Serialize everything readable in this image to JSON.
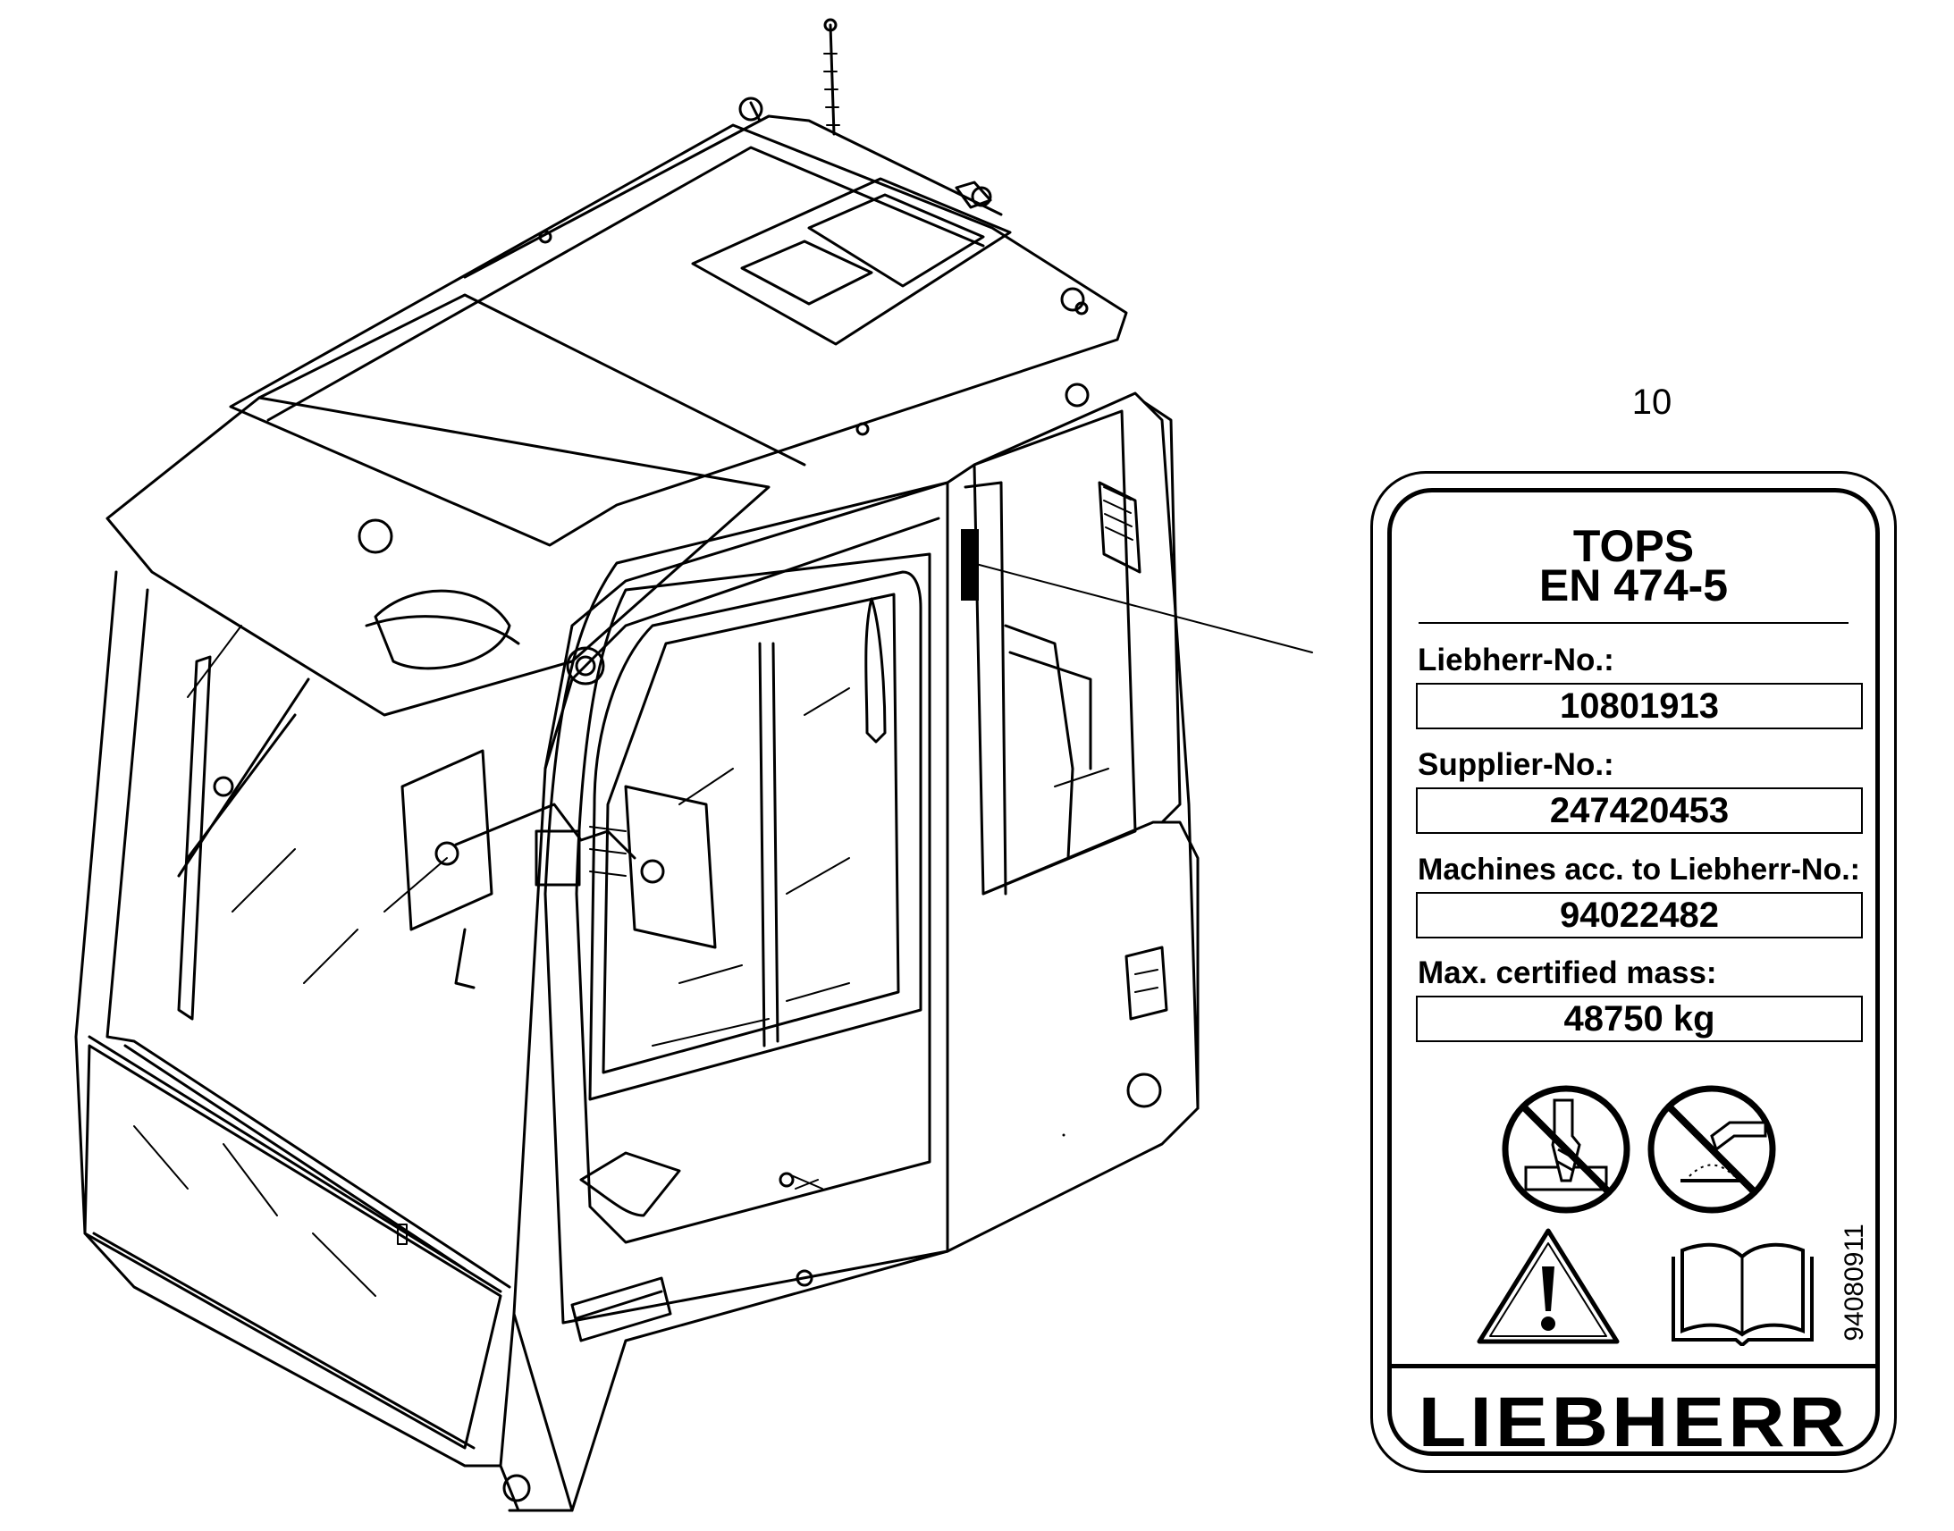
{
  "callout": {
    "number": "10"
  },
  "label": {
    "title_line1": "TOPS",
    "title_line2": "EN 474-5",
    "fields": [
      {
        "label": "Liebherr-No.:",
        "value": "10801913"
      },
      {
        "label": "Supplier-No.:",
        "value": "247420453"
      },
      {
        "label": "Machines acc. to Liebherr-No.:",
        "value": "94022482"
      },
      {
        "label": "Max. certified mass:",
        "value": "48750 kg"
      }
    ],
    "symbols": [
      "no-drilling-icon",
      "no-welding-icon",
      "warning-icon",
      "manual-book-icon"
    ],
    "brand": "LIEBHERR",
    "side_code": "94080911"
  }
}
